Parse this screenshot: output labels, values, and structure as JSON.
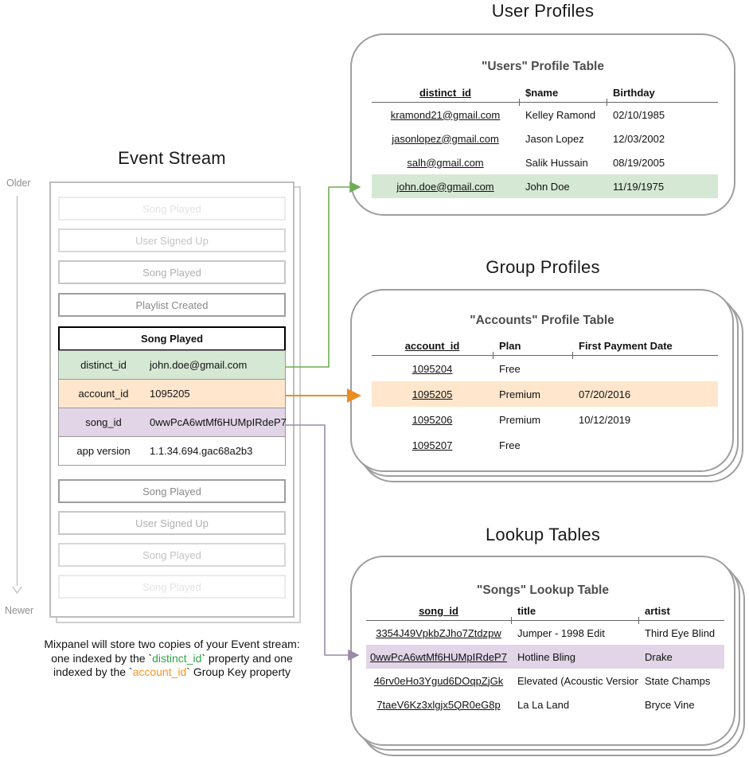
{
  "titles": {
    "event_stream": "Event Stream",
    "user_profiles": "User Profiles",
    "group_profiles": "Group Profiles",
    "lookup_tables": "Lookup Tables"
  },
  "timeline": {
    "older": "Older",
    "newer": "Newer"
  },
  "event_stream": {
    "events_before": [
      "Song Played",
      "User Signed Up",
      "Song Played",
      "Playlist Created"
    ],
    "expanded_event": {
      "title": "Song Played",
      "properties": [
        {
          "key": "distinct_id",
          "value": "john.doe@gmail.com",
          "highlight": "green"
        },
        {
          "key": "account_id",
          "value": "1095205",
          "highlight": "orange"
        },
        {
          "key": "song_id",
          "value": "0wwPcA6wtMf6HUMpIRdeP7",
          "highlight": "purple"
        },
        {
          "key": "app version",
          "value": "1.1.34.694.gac68a2b3",
          "highlight": "none"
        }
      ]
    },
    "events_after": [
      "Song Played",
      "User Signed Up",
      "Song Played",
      "Song Played"
    ]
  },
  "users_table": {
    "title": "\"Users\" Profile Table",
    "columns": [
      "distinct_id",
      "$name",
      "Birthday"
    ],
    "rows": [
      {
        "id": "kramond21@gmail.com",
        "name": "Kelley Ramond",
        "birthday": "02/10/1985"
      },
      {
        "id": "jasonlopez@gmail.com",
        "name": "Jason Lopez",
        "birthday": "12/03/2002"
      },
      {
        "id": "salh@gmail.com",
        "name": "Salik Hussain",
        "birthday": "08/19/2005"
      },
      {
        "id": "john.doe@gmail.com",
        "name": "John Doe",
        "birthday": "11/19/1975"
      }
    ],
    "highlighted_row_id": "john.doe@gmail.com"
  },
  "accounts_table": {
    "title": "\"Accounts\" Profile Table",
    "columns": [
      "account_id",
      "Plan",
      "First Payment Date"
    ],
    "rows": [
      {
        "id": "1095204",
        "plan": "Free",
        "first_payment": ""
      },
      {
        "id": "1095205",
        "plan": "Premium",
        "first_payment": "07/20/2016"
      },
      {
        "id": "1095206",
        "plan": "Premium",
        "first_payment": "10/12/2019"
      },
      {
        "id": "1095207",
        "plan": "Free",
        "first_payment": ""
      }
    ],
    "highlighted_row_id": "1095205"
  },
  "songs_table": {
    "title": "\"Songs\" Lookup Table",
    "columns": [
      "song_id",
      "title",
      "artist"
    ],
    "rows": [
      {
        "id": "3354J49VpkbZJho7Ztdzpw",
        "title": "Jumper - 1998 Edit",
        "artist": "Third Eye Blind"
      },
      {
        "id": "0wwPcA6wtMf6HUMpIRdeP7",
        "title": "Hotline Bling",
        "artist": "Drake"
      },
      {
        "id": "46rv0eHo3Ygud6DOqpZjGk",
        "title": "Elevated (Acoustic Version)",
        "artist": "State Champs"
      },
      {
        "id": "7taeV6Kz3xlgjx5QR0eG8p",
        "title": "La La Land",
        "artist": "Bryce Vine"
      }
    ],
    "highlighted_row_id": "0wwPcA6wtMf6HUMpIRdeP7"
  },
  "caption": {
    "line1": "Mixpanel will store two copies of your Event stream:",
    "line2_pre": "one indexed by the `",
    "line2_code": "distinct_id",
    "line2_post": "` property and one",
    "line3_pre": "indexed by the `",
    "line3_code": "account_id",
    "line3_post": "` Group Key property"
  },
  "colors": {
    "green_fill": "#d5e8d4",
    "orange_fill": "#ffe6cc",
    "purple_fill": "#e1d5e7",
    "green_stroke": "#6fae54",
    "orange_stroke": "#ec8c22",
    "purple_stroke": "#9a8aa8",
    "caption_green": "#2ca446",
    "caption_orange": "#f7941d"
  }
}
